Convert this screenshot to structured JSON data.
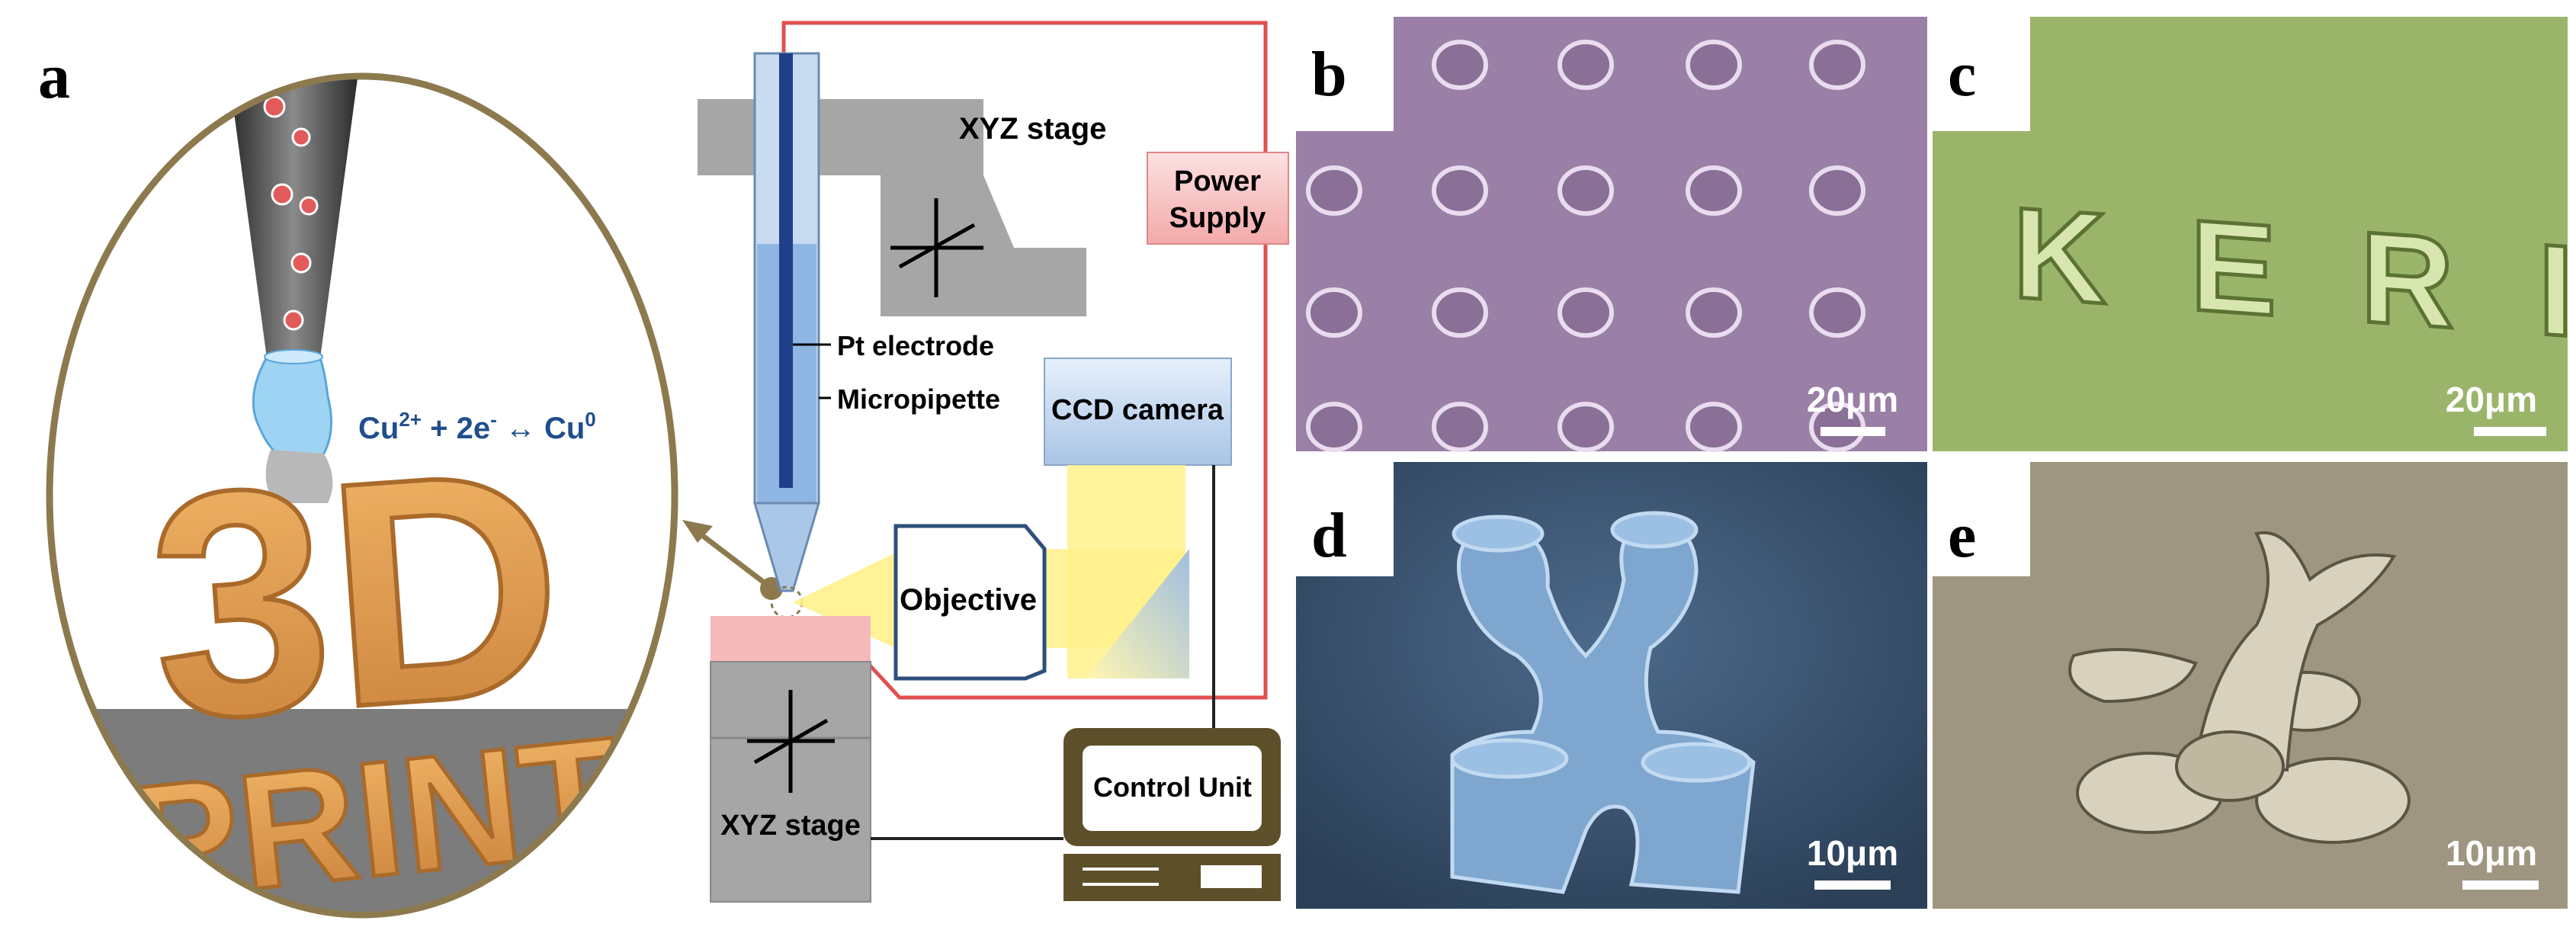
{
  "panels": {
    "a": {
      "letter": "a",
      "equation": {
        "cu_base": "Cu",
        "cu_sup": "2+",
        "mid": " + 2e",
        "e_sup": "-",
        "arrow": " ↔ Cu",
        "zero_sup": "0"
      },
      "logo_line1": "3D",
      "logo_line2": "PRINTER",
      "labels": {
        "xyz_top": "XYZ stage",
        "power_line1": "Power",
        "power_line2": "Supply",
        "pt_electrode": "Pt electrode",
        "micropipette": "Micropipette",
        "ccd_camera": "CCD camera",
        "objective": "Objective",
        "control_unit": "Control Unit",
        "xyz_bottom": "XYZ stage"
      }
    },
    "b": {
      "letter": "b",
      "scale": "20μm",
      "tint": "#9a7fa6"
    },
    "c": {
      "letter": "c",
      "scale": "20μm",
      "tint": "#9ab56a",
      "text": "KERI"
    },
    "d": {
      "letter": "d",
      "scale": "10μm",
      "tint": "#3f5a78"
    },
    "e": {
      "letter": "e",
      "scale": "10μm",
      "tint": "#9e9680"
    }
  },
  "colors": {
    "pipe_gray": "#555555",
    "stage_gray": "#a6a6a6",
    "orange": "#e8a558",
    "power_fill": "#f7c1c1",
    "camera_fill": "#c7d9f0",
    "beam_yellow": "#fff18c",
    "red_wire": "#e05050",
    "blue_text": "#1f4e8c"
  }
}
